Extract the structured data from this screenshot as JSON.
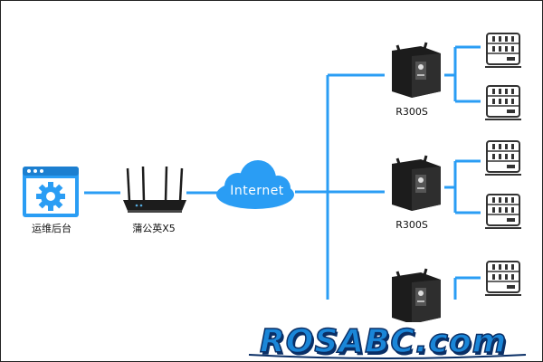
{
  "nodes": {
    "ops_backend": {
      "label": "运维后台",
      "icon": "admin-settings-icon"
    },
    "router_x5": {
      "label": "蒲公英X5",
      "icon": "wifi-router-icon"
    },
    "internet": {
      "label": "Internet",
      "icon": "cloud-icon"
    },
    "edge_routers": [
      {
        "label": "R300S",
        "icon": "industrial-router-icon"
      },
      {
        "label": "R300S",
        "icon": "industrial-router-icon"
      },
      {
        "label": "",
        "icon": "industrial-router-icon"
      }
    ],
    "server_icon": "server-icon"
  },
  "colors": {
    "link": "#2a9df4",
    "cloud": "#2a9df4",
    "admin_icon": "#2a9df4",
    "device_dark": "#1c1c1c",
    "server_stroke": "#333333"
  },
  "watermark": {
    "text": "ROSABC.com"
  }
}
